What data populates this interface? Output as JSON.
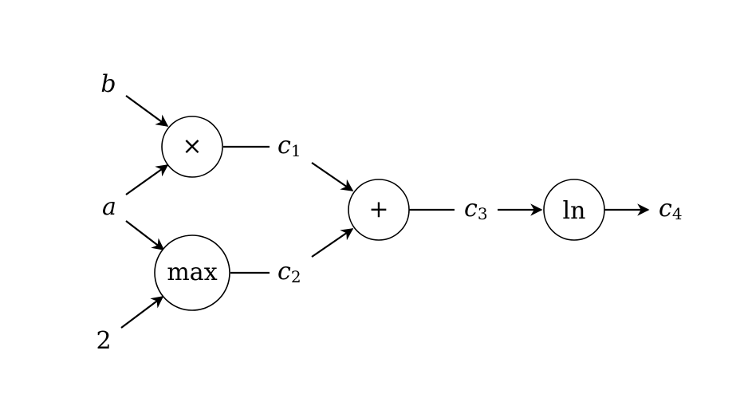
{
  "inputs": {
    "b": "b",
    "a": "a",
    "two": "2"
  },
  "operators": {
    "multiply": "×",
    "max": "max",
    "plus": "+",
    "ln": "ln"
  },
  "intermediates": {
    "c1": {
      "base": "c",
      "sub": "1"
    },
    "c2": {
      "base": "c",
      "sub": "2"
    },
    "c3": {
      "base": "c",
      "sub": "3"
    },
    "c4": {
      "base": "c",
      "sub": "4"
    }
  },
  "style": {
    "stroke_color": "#000000",
    "background_color": "#ffffff"
  }
}
